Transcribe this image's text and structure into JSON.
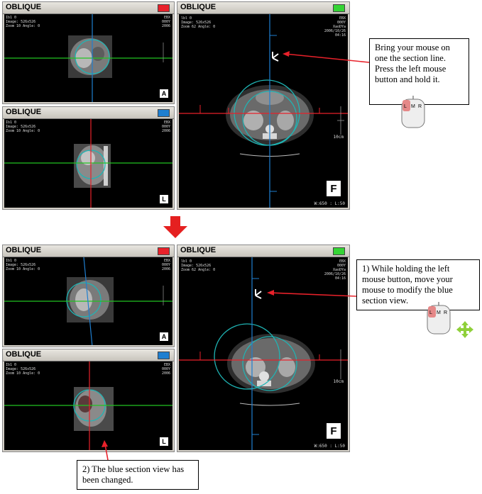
{
  "steps": {
    "before": {
      "panels": {
        "top_left": {
          "title": "OBLIQUE",
          "swatch_color": "#e8212a",
          "orientation": "A"
        },
        "bottom_left": {
          "title": "OBLIQUE",
          "swatch_color": "#1f7fd0",
          "orientation": "L"
        },
        "right": {
          "title": "OBLIQUE",
          "swatch_color": "#35d435",
          "orientation": "F",
          "info_left": "lbl 0\nImage: 526x526\nZoom 62 Angle: 0",
          "info_right": "EBX\n000Y\nXaoDYa\n2006/10/26\n04:16",
          "scale_label": "10cm",
          "window_level": "W:650 : L:50"
        }
      },
      "callout": {
        "text": "Bring your mouse on one the section line. Press the left mouse button and hold it.",
        "mouse_buttons": [
          "L",
          "M",
          "R"
        ]
      }
    },
    "after": {
      "panels": {
        "top_left": {
          "title": "OBLIQUE",
          "swatch_color": "#e8212a",
          "orientation": "A"
        },
        "bottom_left": {
          "title": "OBLIQUE",
          "swatch_color": "#1f7fd0",
          "orientation": "L"
        },
        "right": {
          "title": "OBLIQUE",
          "swatch_color": "#35d435",
          "orientation": "F",
          "info_left": "lbl 0\nImage: 526x526\nZoom 62 Angle: 0",
          "info_right": "EBX\n000Y\nXaoDYa\n2006/10/26\n04:16",
          "scale_label": "10cm",
          "window_level": "W:650 : L:50"
        }
      },
      "callout_main": {
        "text": "1) While holding the left mouse button, move your mouse to modify the blue section view.",
        "mouse_buttons": [
          "L",
          "M",
          "R"
        ]
      },
      "callout_result": {
        "text": "2) The blue section view has been changed."
      }
    }
  },
  "icons": {
    "down_arrow": "down-arrow-icon",
    "mouse": "mouse-icon",
    "move": "move-cross-icon",
    "cursor": "cursor-arrow-icon"
  }
}
